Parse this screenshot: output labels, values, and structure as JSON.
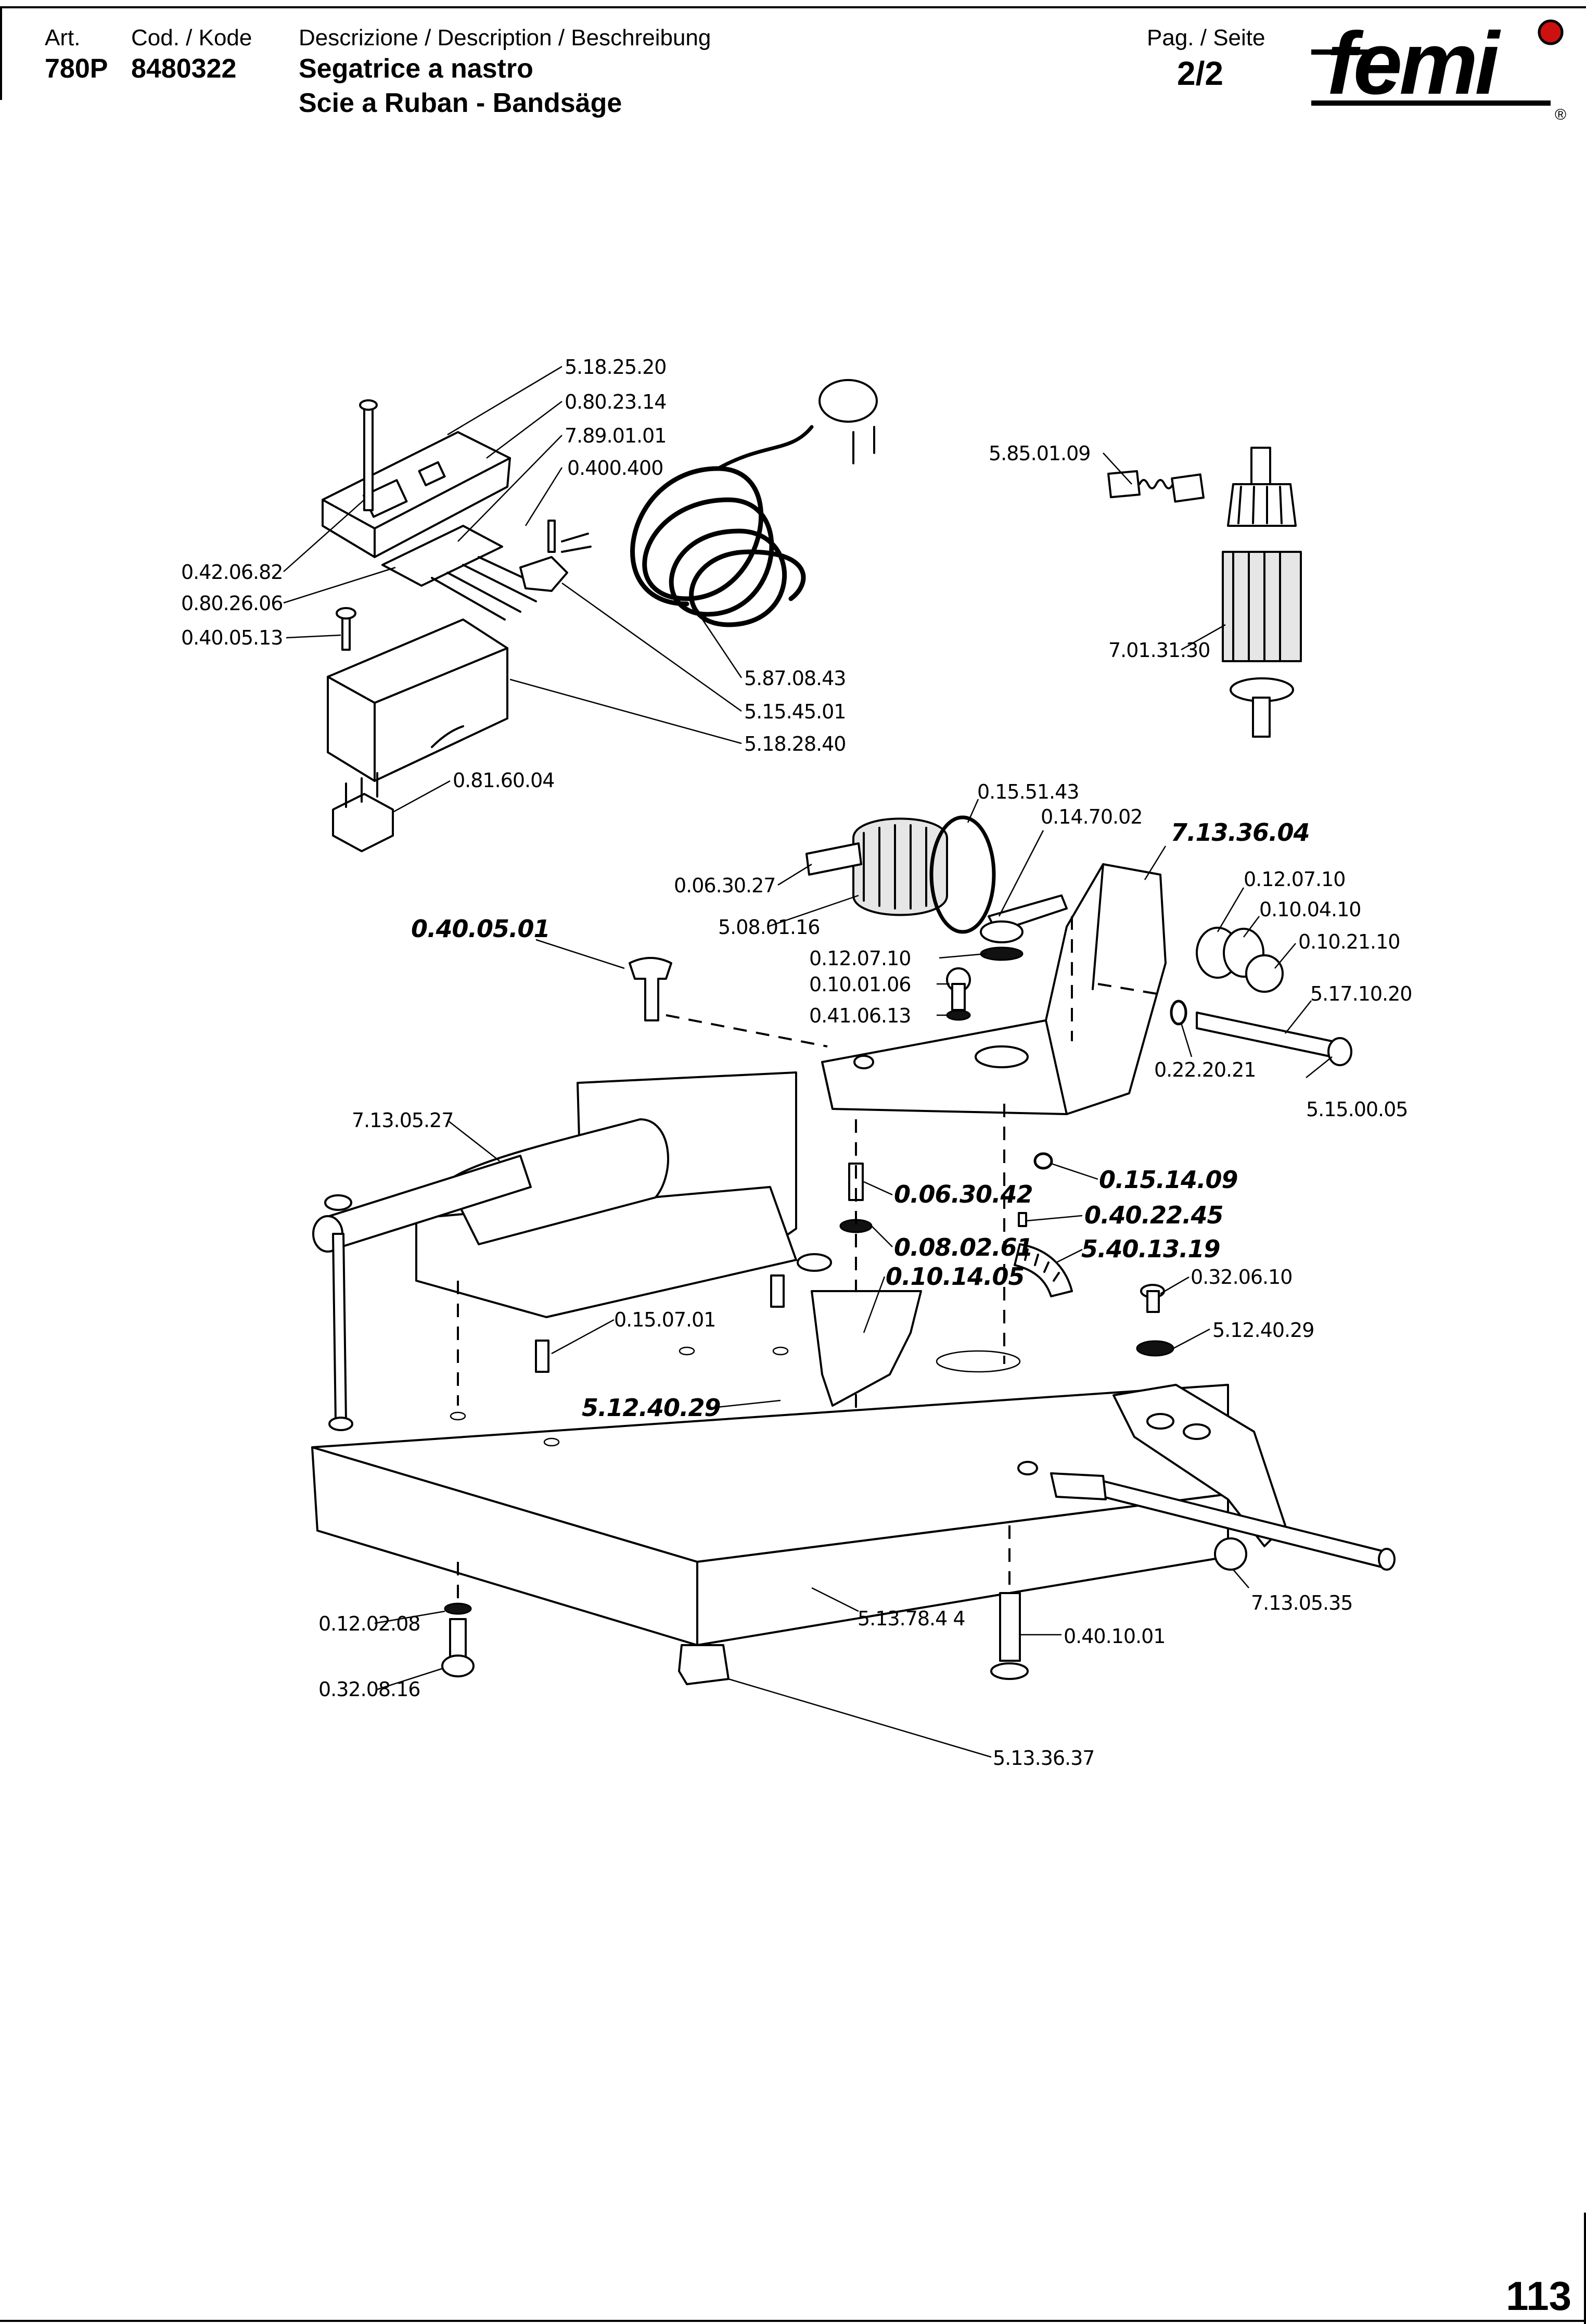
{
  "header": {
    "art_label": "Art.",
    "art_value": "780P",
    "code_label": "Cod. / Kode",
    "code_value": "8480322",
    "description_label": "Descrizione / Description / Beschreibung",
    "description_line1": "Segatrice a nastro",
    "description_line2": "Scie a Ruban - Bandsäge",
    "page_label": "Pag. / Seite",
    "page_value": "2/2",
    "logo_text": "femi",
    "logo_registered": "®"
  },
  "colors": {
    "logo_dot": "#cc1111",
    "ink": "#000000"
  },
  "diagram": {
    "part_labels": {
      "p_5_18_25_20": "5.18.25.20",
      "p_0_80_23_14": "0.80.23.14",
      "p_7_89_01_01": "7.89.01.01",
      "p_0_400_400": "0.400.400",
      "p_5_85_01_09": "5.85.01.09",
      "p_0_42_06_82": "0.42.06.82",
      "p_0_80_26_06": "0.80.26.06",
      "p_0_40_05_13": "0.40.05.13",
      "p_7_01_31_30": "7.01.31.30",
      "p_5_87_08_43": "5.87.08.43",
      "p_5_15_45_01": "5.15.45.01",
      "p_5_18_28_40": "5.18.28.40",
      "p_0_81_60_04": "0.81.60.04",
      "p_0_15_51_43": "0.15.51.43",
      "p_0_14_70_02": "0.14.70.02",
      "p_7_13_36_04": "7.13.36.04",
      "p_0_06_30_27": "0.06.30.27",
      "p_0_12_07_10_a": "0.12.07.10",
      "p_0_40_05_01": "0.40.05.01",
      "p_5_08_01_16": "5.08.01.16",
      "p_0_10_04_10": "0.10.04.10",
      "p_0_10_21_10": "0.10.21.10",
      "p_0_12_07_10_b": "0.12.07.10",
      "p_0_10_01_06": "0.10.01.06",
      "p_5_17_10_20": "5.17.10.20",
      "p_0_41_06_13": "0.41.06.13",
      "p_0_22_20_21": "0.22.20.21",
      "p_5_15_00_05": "5.15.00.05",
      "p_7_13_05_27": "7.13.05.27",
      "p_0_15_14_09": "0.15.14.09",
      "p_0_06_30_42": "0.06.30.42",
      "p_0_40_22_45": "0.40.22.45",
      "p_0_08_02_61": "0.08.02.61",
      "p_5_40_13_19": "5.40.13.19",
      "p_0_10_14_05": "0.10.14.05",
      "p_0_32_06_10": "0.32.06.10",
      "p_0_15_07_01": "0.15.07.01",
      "p_5_12_40_29_a": "5.12.40.29",
      "p_5_12_40_29_b": "5.12.40.29",
      "p_7_13_05_35": "7.13.05.35",
      "p_0_12_02_08": "0.12.02.08",
      "p_5_13_78_44": "5.13.78.4 4",
      "p_0_40_10_01": "0.40.10.01",
      "p_0_32_08_16": "0.32.08.16",
      "p_5_13_36_37": "5.13.36.37"
    }
  },
  "footer": {
    "page_number": "113"
  }
}
